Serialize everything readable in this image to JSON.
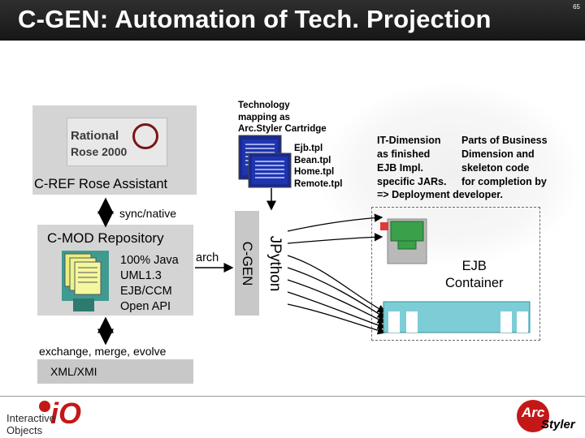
{
  "title": "C-GEN: Automation of Tech. Projection",
  "slide_number": "65",
  "rose_logo": {
    "word1": "Rational",
    "word2": "Rose 2000"
  },
  "cref_label": "C-REF Rose Assistant",
  "sync_label": "sync/native",
  "cmod": {
    "title": "C-MOD Repository",
    "lines": [
      "100% Java",
      "UML1.3",
      "EJB/CCM",
      "Open API"
    ]
  },
  "arch_label": "arch",
  "cgen_label": "C-GEN",
  "python_label": "JPython",
  "technology_label": [
    "Technology",
    "mapping as",
    "Arc.Styler Cartridge"
  ],
  "templates": [
    "Ejb.tpl",
    "Bean.tpl",
    "Home.tpl",
    "Remote.tpl"
  ],
  "it_dimension": [
    "IT-Dimension",
    "as finished",
    "EJB Impl.",
    "specific JARs."
  ],
  "parts_business": [
    "Parts of Business",
    "Dimension and",
    "skeleton code",
    "for completion by"
  ],
  "deployment_label": "=> Deployment developer.",
  "ejb_container": [
    "EJB",
    "Container"
  ],
  "exchange_label": "exchange, merge, evolve",
  "xml_label": "XML/XMI",
  "footer": {
    "io_text": [
      "Interactive",
      "Objects"
    ],
    "io_mark": "iO",
    "arc_word": "Arc",
    "styler_word": "Styler"
  },
  "colors": {
    "title_bg": "#222222",
    "panel_gray": "#d4d4d4",
    "doc_blue": "#1a2a8c",
    "component_green": "#2f8a3a",
    "component_cyan": "#74c6cf",
    "accent_red": "#c41818"
  }
}
